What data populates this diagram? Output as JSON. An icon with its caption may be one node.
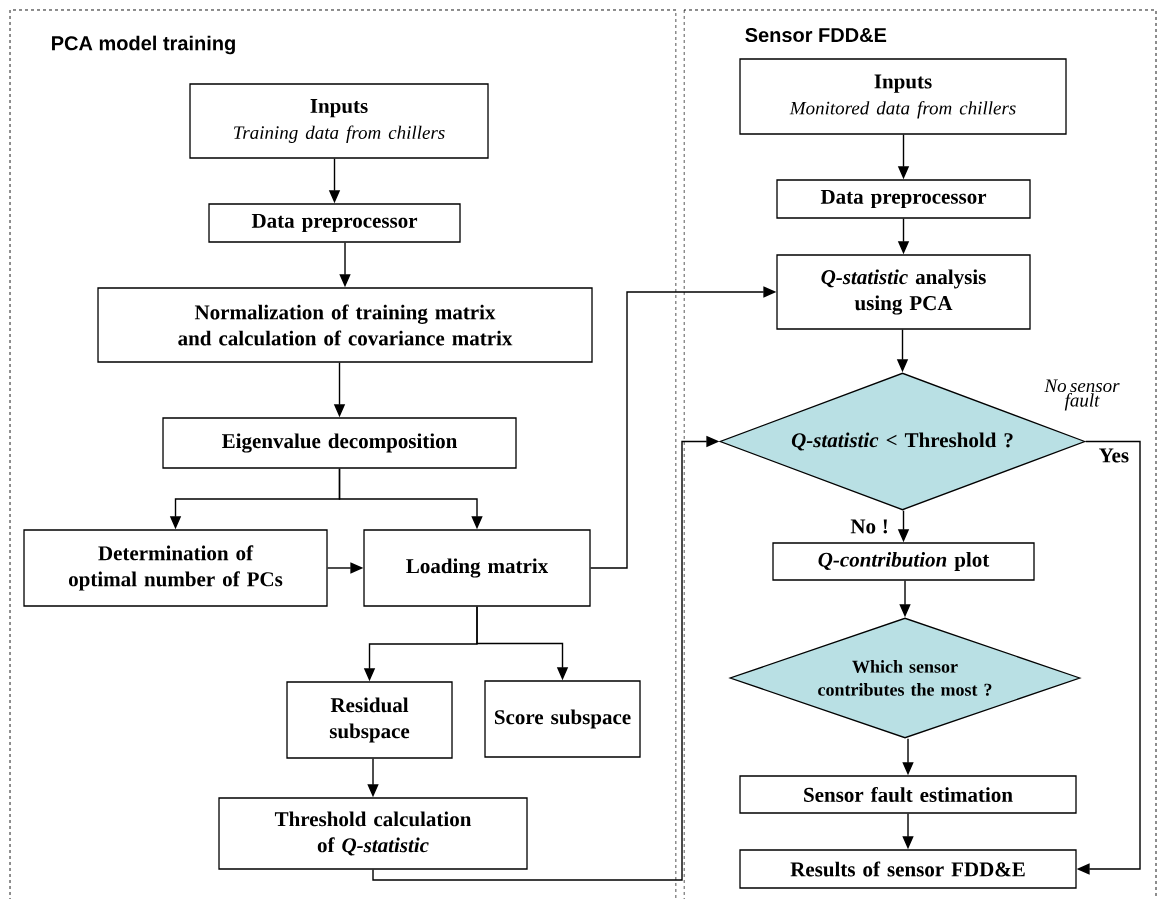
{
  "diagram": {
    "nodes": [
      {
        "text": [
          "PCA model training"
        ]
      },
      {
        "text": [
          "Inputs",
          "Training data from chillers"
        ],
        "in": 0
      },
      {
        "text": [
          "Data preprocessor"
        ],
        "in": 0
      },
      {
        "text": [
          "Normalization of training matrix and calculation of covariance matrix"
        ],
        "in": 0
      },
      {
        "text": [
          "Eigenvalue decomposition"
        ],
        "in": 0
      },
      {
        "text": [
          "Determination of optimal number of PCs"
        ],
        "in": 0
      },
      {
        "text": [
          "Loading matrix"
        ],
        "in": 0
      },
      {
        "text": [
          "Residual subspace"
        ],
        "in": 0
      },
      {
        "text": [
          "Score subspace"
        ],
        "in": 0
      },
      {
        "text": [
          "Threshold calculation of *Q-statistic*"
        ],
        "in": 0
      },
      {
        "text": [
          "Sensor FDD&E"
        ]
      },
      {
        "text": [
          "Inputs",
          "Monitored data from chillers"
        ],
        "in": 10
      },
      {
        "text": [
          "Data preprocessor"
        ],
        "in": 10
      },
      {
        "text": [
          "*Q-statistic* analysis using PCA"
        ],
        "in": 10
      },
      {
        "text": [
          "*Q-statistic* < Threshold ?"
        ],
        "in": 10
      },
      {
        "text": [
          "*Q-contribution* plot"
        ],
        "in": 10
      },
      {
        "text": [
          "Which sensor contributes the most ?"
        ],
        "in": 10
      },
      {
        "text": [
          "Sensor fault estimation"
        ],
        "in": 10
      },
      {
        "text": [
          "Results of sensor FDD&E"
        ],
        "in": 10
      }
    ],
    "edges": [
      {
        "from": 1,
        "to": 2,
        "arrow": "to"
      },
      {
        "from": 2,
        "to": 3,
        "arrow": "to"
      },
      {
        "from": 3,
        "to": 4,
        "arrow": "to"
      },
      {
        "from": 4,
        "to": 5,
        "arrow": "to"
      },
      {
        "from": 4,
        "to": 6,
        "arrow": "to"
      },
      {
        "from": 5,
        "to": 6,
        "arrow": "to"
      },
      {
        "from": 6,
        "to": 7,
        "arrow": "to"
      },
      {
        "from": 6,
        "to": 8,
        "arrow": "to"
      },
      {
        "from": 7,
        "to": 9,
        "arrow": "to"
      },
      {
        "from": 6,
        "to": 13,
        "arrow": "to"
      },
      {
        "from": 9,
        "to": 14,
        "arrow": "to"
      },
      {
        "from": 11,
        "to": 12,
        "arrow": "to"
      },
      {
        "from": 12,
        "to": 13,
        "arrow": "to"
      },
      {
        "from": 13,
        "to": 14,
        "arrow": "to"
      },
      {
        "from": 14,
        "to": 15,
        "arrow": "to",
        "label": "No !"
      },
      {
        "from": 14,
        "to": 18,
        "arrow": "to",
        "label": "Yes"
      },
      {
        "from": 15,
        "to": 16,
        "arrow": "to"
      },
      {
        "from": 16,
        "to": 17,
        "arrow": "to"
      },
      {
        "from": 17,
        "to": 18,
        "arrow": "to"
      }
    ],
    "labels": [
      "No sensor fault"
    ]
  }
}
